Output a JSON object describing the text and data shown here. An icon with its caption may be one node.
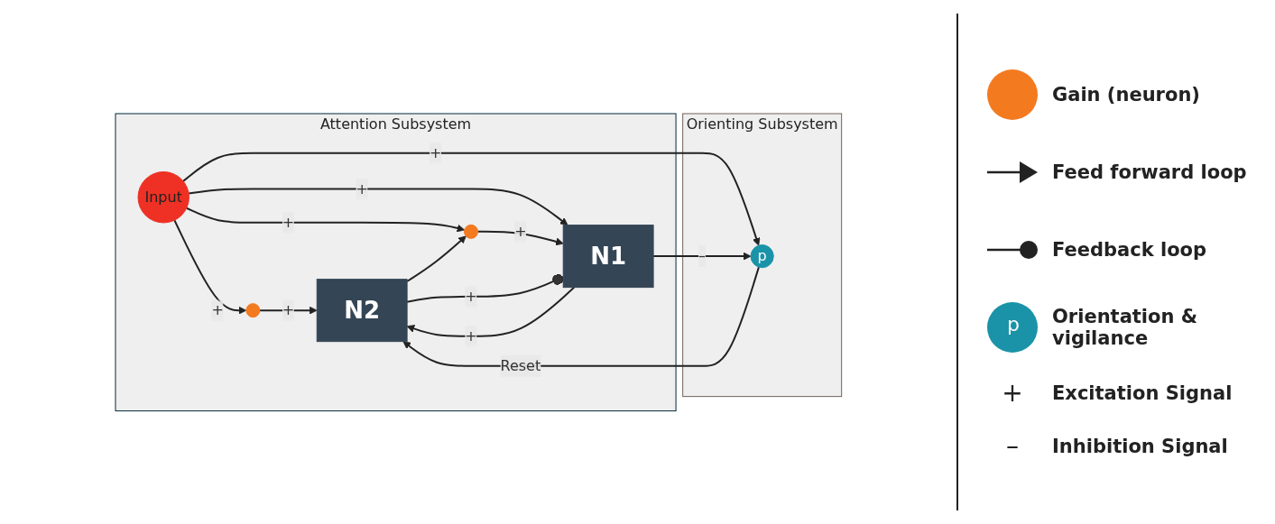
{
  "diagram": {
    "nodes": [
      {
        "text": [
          "Attention Subsystem"
        ]
      },
      {
        "text": [
          "Orienting Subsystem"
        ]
      },
      {
        "text": [
          "N2"
        ],
        "in": 0
      },
      {
        "text": [
          "N1"
        ],
        "in": 0
      },
      {
        "text": [],
        "shape": "circle",
        "in": 0
      },
      {
        "text": [],
        "shape": "circle",
        "in": 0
      },
      {
        "text": [
          "Input"
        ],
        "in": 0
      },
      {
        "text": [
          "p"
        ],
        "in": 1
      }
    ],
    "edges": [
      {
        "from": 6,
        "to": 4,
        "arrow": "to",
        "label": "+"
      },
      {
        "from": 6,
        "to": 5,
        "arrow": "to",
        "label": "+"
      },
      {
        "from": 6,
        "to": 3,
        "arrow": "to",
        "label": "+"
      },
      {
        "from": 6,
        "to": 7,
        "arrow": "to",
        "label": "+"
      },
      {
        "from": 4,
        "to": 2,
        "arrow": "to",
        "label": "+"
      },
      {
        "from": 5,
        "to": 3,
        "arrow": "to",
        "label": "+"
      },
      {
        "from": 3,
        "to": 2,
        "arrow": "to",
        "label": "+"
      },
      {
        "from": 2,
        "to": 5,
        "arrow": "to"
      },
      {
        "from": 2,
        "to": 3,
        "arrow": "other",
        "label": "+"
      },
      {
        "from": 3,
        "to": 7,
        "arrow": "to",
        "label": "–"
      },
      {
        "from": 7,
        "to": 2,
        "arrow": "to",
        "label": "Reset"
      }
    ],
    "labels": [
      "p",
      "+",
      "–"
    ],
    "legend": [
      {
        "text": "Gain (neuron)",
        "color": "#f47a20"
      },
      {
        "text": "Feed forward loop"
      },
      {
        "text": "Feedback loop"
      },
      {
        "text": "Orientation & vigilance",
        "color": "#1a93a8"
      },
      {
        "text": "Excitation Signal"
      },
      {
        "text": "Inhibition Signal"
      }
    ]
  }
}
